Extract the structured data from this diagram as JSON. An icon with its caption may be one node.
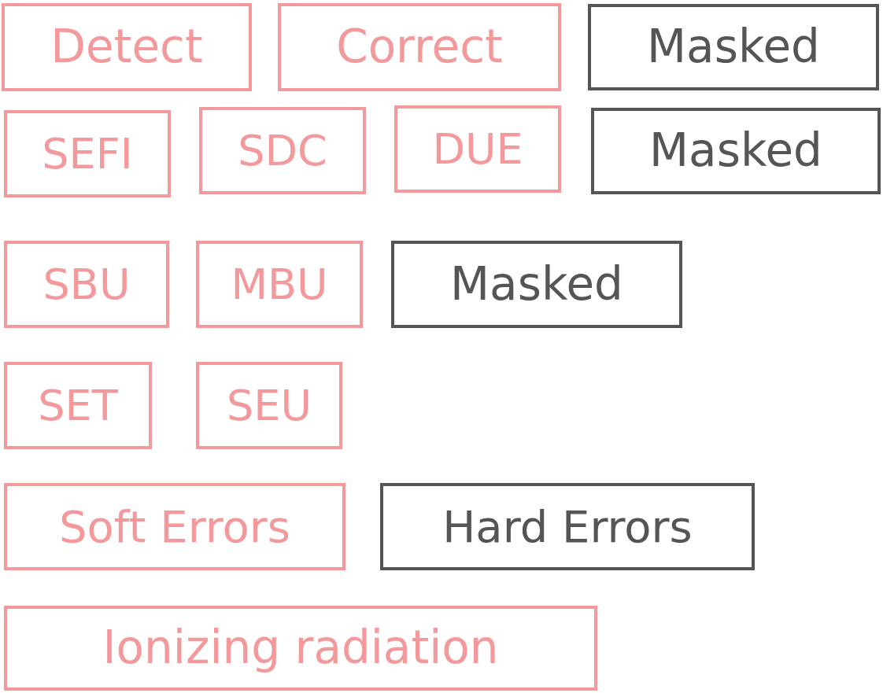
{
  "diagram": {
    "nodes": [
      {
        "text": [
          "Detect"
        ]
      },
      {
        "text": [
          "Correct"
        ]
      },
      {
        "text": [
          "Masked"
        ]
      },
      {
        "text": [
          "SEFI"
        ]
      },
      {
        "text": [
          "SDC"
        ]
      },
      {
        "text": [
          "DUE"
        ]
      },
      {
        "text": [
          "Masked"
        ]
      },
      {
        "text": [
          "SBU"
        ]
      },
      {
        "text": [
          "MBU"
        ]
      },
      {
        "text": [
          "Masked"
        ]
      },
      {
        "text": [
          "SET"
        ]
      },
      {
        "text": [
          "SEU"
        ]
      },
      {
        "text": [
          "Soft Errors"
        ]
      },
      {
        "text": [
          "Hard Errors"
        ]
      },
      {
        "text": [
          "Ionizing radiation"
        ]
      }
    ]
  }
}
